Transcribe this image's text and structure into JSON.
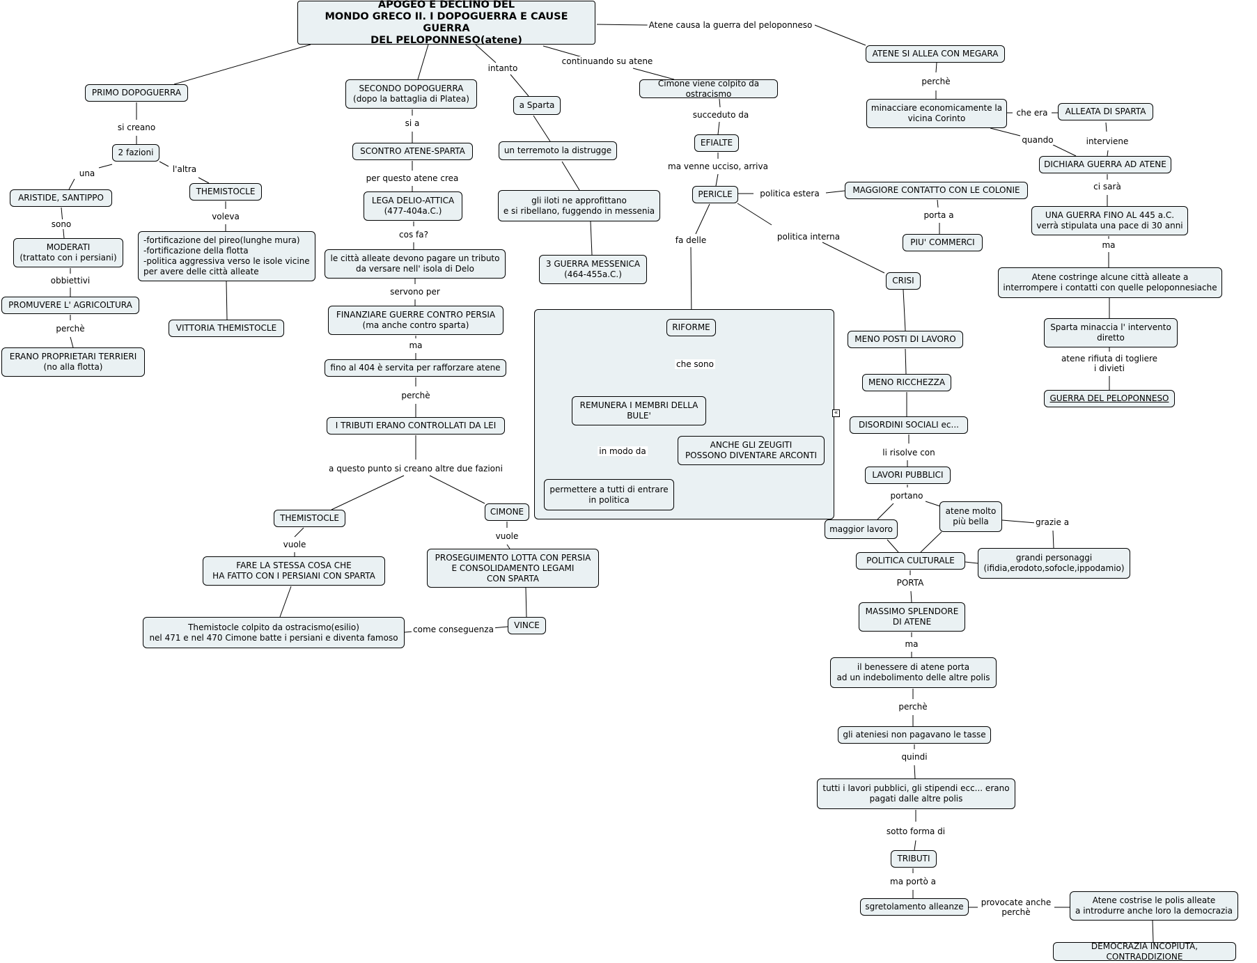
{
  "nodes": [
    {
      "id": "title",
      "text": "APOGEO E DECLINO DEL\nMONDO GRECO II. I DOPOGUERRA E CAUSE GUERRA\nDEL PELOPONNESO(atene)"
    },
    {
      "id": "primo",
      "text": "PRIMO DOPOGUERRA"
    },
    {
      "id": "duefaz",
      "text": "2 fazioni"
    },
    {
      "id": "aristide",
      "text": "ARISTIDE, SANTIPPO"
    },
    {
      "id": "them1",
      "text": "THEMISTOCLE"
    },
    {
      "id": "moderati",
      "text": "MODERATI\n(trattato con i persiani)"
    },
    {
      "id": "fortif",
      "text": "-fortificazione del pireo(lunghe mura)\n-fortificazione della flotta\n-politica aggressiva verso le isole vicine\n per avere delle città alleate"
    },
    {
      "id": "promuovere",
      "text": "PROMUVERE L' AGRICOLTURA"
    },
    {
      "id": "vittoria",
      "text": "VITTORIA THEMISTOCLE"
    },
    {
      "id": "proprietari",
      "text": "ERANO PROPRIETARI TERRIERI\n(no alla flotta)"
    },
    {
      "id": "secondo",
      "text": "SECONDO DOPOGUERRA\n(dopo la battaglia di Platea)"
    },
    {
      "id": "scontro",
      "text": "SCONTRO ATENE-SPARTA"
    },
    {
      "id": "lega",
      "text": "LEGA DELIO-ATTICA\n(477-404a.C.)"
    },
    {
      "id": "cittaall",
      "text": "le città alleate devono pagare un tributo\nda versare nell' isola di Delo"
    },
    {
      "id": "finanziare",
      "text": "FINANZIARE GUERRE CONTRO PERSIA\n(ma anche contro sparta)"
    },
    {
      "id": "fino404",
      "text": "fino al 404 è servita per rafforzare atene"
    },
    {
      "id": "tributi",
      "text": "I TRIBUTI ERANO CONTROLLATI DA LEI"
    },
    {
      "id": "them2",
      "text": "THEMISTOCLE"
    },
    {
      "id": "cimone",
      "text": "CIMONE"
    },
    {
      "id": "fare",
      "text": "FARE LA STESSA COSA CHE\nHA FATTO CON I PERSIANI CON SPARTA"
    },
    {
      "id": "proseguimento",
      "text": "PROSEGUIMENTO LOTTA CON PERSIA\nE CONSOLIDAMENTO LEGAMI\nCON SPARTA"
    },
    {
      "id": "them_colpito",
      "text": "Themistocle colpito da ostracismo(esilio)\nnel 471 e nel 470 Cimone batte i persiani e diventa famoso"
    },
    {
      "id": "vince",
      "text": "VINCE"
    },
    {
      "id": "asparta",
      "text": "a Sparta"
    },
    {
      "id": "terremoto",
      "text": "un terremoto la distrugge"
    },
    {
      "id": "iloti",
      "text": "gli iloti ne approfittano\ne si ribellano, fuggendo in messenia"
    },
    {
      "id": "messenica",
      "text": "3 GUERRA MESSENICA\n(464-455a.C.)"
    },
    {
      "id": "cimone_colpito",
      "text": "Cimone viene colpito da ostracismo"
    },
    {
      "id": "efialte",
      "text": "EFIALTE"
    },
    {
      "id": "pericle",
      "text": "PERICLE"
    },
    {
      "id": "riforme",
      "text": "RIFORME"
    },
    {
      "id": "remunera",
      "text": "REMUNERA I MEMBRI DELLA\nBULE'"
    },
    {
      "id": "zeugiti",
      "text": "ANCHE GLI ZEUGITI\nPOSSONO DIVENTARE ARCONTI"
    },
    {
      "id": "permettere",
      "text": "permettere a tutti di entrare\nin politica"
    },
    {
      "id": "maggiore",
      "text": "MAGGIORE CONTATTO CON LE COLONIE"
    },
    {
      "id": "commerci",
      "text": "PIU' COMMERCI"
    },
    {
      "id": "crisi",
      "text": "CRISI"
    },
    {
      "id": "menoposti",
      "text": "MENO POSTI DI LAVORO"
    },
    {
      "id": "menoricch",
      "text": "MENO RICCHEZZA"
    },
    {
      "id": "disordini",
      "text": "DISORDINI SOCIALI ec..."
    },
    {
      "id": "lavori",
      "text": "LAVORI PUBBLICI"
    },
    {
      "id": "maggiorlav",
      "text": "maggior lavoro"
    },
    {
      "id": "bella",
      "text": "atene molto\npiù bella"
    },
    {
      "id": "politicacult",
      "text": "POLITICA CULTURALE"
    },
    {
      "id": "grandi",
      "text": "grandi personaggi\n(ifidia,erodoto,sofocle,ippodamio)"
    },
    {
      "id": "massimo",
      "text": "MASSIMO SPLENDORE\nDI ATENE"
    },
    {
      "id": "benessere",
      "text": "il benessere di atene porta\nad un indebolimento delle altre polis"
    },
    {
      "id": "ateniesi",
      "text": "gli ateniesi non pagavano le tasse"
    },
    {
      "id": "tutti",
      "text": "tutti i lavori pubblici, gli stipendi ecc... erano\npagati dalle altre polis"
    },
    {
      "id": "tributi2",
      "text": "TRIBUTI"
    },
    {
      "id": "sgretolamento",
      "text": "sgretolamento alleanze"
    },
    {
      "id": "costrise",
      "text": "Atene costrise le polis alleate\na introdurre anche loro la democrazia"
    },
    {
      "id": "democrazia",
      "text": "DEMOCRAZIA INCOPIUTA, CONTRADDIZIONE"
    },
    {
      "id": "megara",
      "text": "ATENE SI ALLEA CON MEGARA"
    },
    {
      "id": "minacciare",
      "text": "minacciare economicamente la\nvicina Corinto"
    },
    {
      "id": "alleata",
      "text": "ALLEATA DI SPARTA"
    },
    {
      "id": "dichiara",
      "text": "DICHIARA GUERRA AD ATENE"
    },
    {
      "id": "guerra445",
      "text": "UNA GUERRA FINO AL 445 a.C.\nverrà stipulata una pace di 30 anni"
    },
    {
      "id": "costringe",
      "text": "Atene costringe alcune città alleate a\ninterrompere i contatti con quelle peloponnesiache"
    },
    {
      "id": "minaccia",
      "text": "Sparta minaccia l' intervento\ndiretto"
    },
    {
      "id": "guerrapelo",
      "text": "GUERRA DEL PELOPONNESO"
    }
  ],
  "labels": [
    {
      "id": "causa",
      "text": "Atene causa la guerra del peloponneso"
    },
    {
      "id": "sicreano",
      "text": "si creano"
    },
    {
      "id": "una",
      "text": "una"
    },
    {
      "id": "laltra",
      "text": "l'altra"
    },
    {
      "id": "sono",
      "text": "sono"
    },
    {
      "id": "voleva",
      "text": "voleva"
    },
    {
      "id": "obbiettivi",
      "text": "obbiettivi"
    },
    {
      "id": "perche1",
      "text": "perchè"
    },
    {
      "id": "sia",
      "text": "si a"
    },
    {
      "id": "perquesto",
      "text": "per questo atene crea"
    },
    {
      "id": "cosfa",
      "text": "cos fa?"
    },
    {
      "id": "servonoper",
      "text": "servono per"
    },
    {
      "id": "ma1",
      "text": "ma"
    },
    {
      "id": "perche2",
      "text": "perchè"
    },
    {
      "id": "aquesto",
      "text": "a questo punto si creano altre due fazioni"
    },
    {
      "id": "vuole1",
      "text": "vuole"
    },
    {
      "id": "vuole2",
      "text": "vuole"
    },
    {
      "id": "comecons",
      "text": "come conseguenza"
    },
    {
      "id": "intanto",
      "text": "intanto"
    },
    {
      "id": "continuando",
      "text": "continuando su atene"
    },
    {
      "id": "succeduto",
      "text": "succeduto da"
    },
    {
      "id": "mavenne",
      "text": "ma venne ucciso, arriva"
    },
    {
      "id": "fadelle",
      "text": "fa delle"
    },
    {
      "id": "chesono",
      "text": "che sono"
    },
    {
      "id": "inmodo",
      "text": "in modo da"
    },
    {
      "id": "politicaest",
      "text": "politica estera"
    },
    {
      "id": "portaa1",
      "text": "porta a"
    },
    {
      "id": "politicaint",
      "text": "politica interna"
    },
    {
      "id": "lirisolve",
      "text": "li risolve con"
    },
    {
      "id": "portano",
      "text": "portano"
    },
    {
      "id": "graziea",
      "text": "grazie a"
    },
    {
      "id": "porta2",
      "text": "PORTA"
    },
    {
      "id": "ma2",
      "text": "ma"
    },
    {
      "id": "perche3",
      "text": "perchè"
    },
    {
      "id": "quindi",
      "text": "quindi"
    },
    {
      "id": "sottoforma",
      "text": "sotto forma di"
    },
    {
      "id": "maporto",
      "text": "ma portò a"
    },
    {
      "id": "provocate",
      "text": "provocate anche\nperchè"
    },
    {
      "id": "perche4",
      "text": "perchè"
    },
    {
      "id": "cheera",
      "text": "che era"
    },
    {
      "id": "quando",
      "text": "quando"
    },
    {
      "id": "interviene",
      "text": "interviene"
    },
    {
      "id": "cisara",
      "text": "ci sarà"
    },
    {
      "id": "ma3",
      "text": "ma"
    },
    {
      "id": "rifiuta",
      "text": "atene rifiuta di togliere\ni divieti"
    }
  ],
  "group_toggle": "«"
}
